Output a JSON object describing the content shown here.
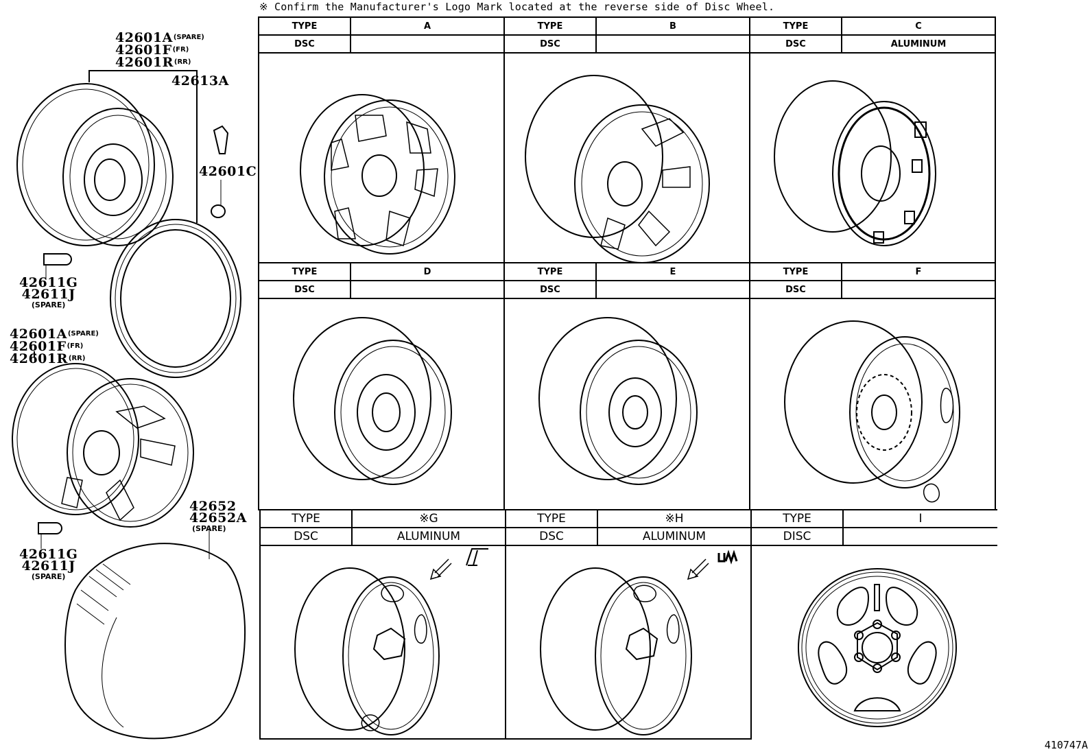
{
  "note": "※ Confirm the Manufacturer's Logo Mark located at the reverse side of Disc Wheel.",
  "left_parts": {
    "wheel_group_1": {
      "lines": [
        {
          "pn": "42601A",
          "tag": "(SPARE)"
        },
        {
          "pn": "42601F",
          "tag": "(FR)"
        },
        {
          "pn": "42601R",
          "tag": "(RR)"
        }
      ]
    },
    "balance_weight_group": "42613A",
    "ornament": "42601C",
    "valve_1": {
      "lines": [
        "42611G",
        "42611J"
      ],
      "tag": "(SPARE)"
    },
    "wheel_group_2": {
      "lines": [
        {
          "pn": "42601A",
          "tag": "(SPARE)"
        },
        {
          "pn": "42601F",
          "tag": "(FR)"
        },
        {
          "pn": "42601R",
          "tag": "(RR)"
        }
      ]
    },
    "tire": {
      "lines": [
        "42652",
        "42652A"
      ],
      "tag": "(SPARE)"
    },
    "valve_2": {
      "lines": [
        "42611G",
        "42611J"
      ],
      "tag": "(SPARE)"
    }
  },
  "table": {
    "cells": [
      {
        "type_label": "TYPE",
        "type": "A",
        "dsc_label": "DSC",
        "dsc": ""
      },
      {
        "type_label": "TYPE",
        "type": "B",
        "dsc_label": "DSC",
        "dsc": ""
      },
      {
        "type_label": "TYPE",
        "type": "C",
        "dsc_label": "DSC",
        "dsc": "ALUMINUM"
      },
      {
        "type_label": "TYPE",
        "type": "D",
        "dsc_label": "DSC",
        "dsc": ""
      },
      {
        "type_label": "TYPE",
        "type": "E",
        "dsc_label": "DSC",
        "dsc": ""
      },
      {
        "type_label": "TYPE",
        "type": "F",
        "dsc_label": "DSC",
        "dsc": ""
      },
      {
        "type_label": "TYPE",
        "type": "※G",
        "dsc_label": "DSC",
        "dsc": "ALUMINUM"
      },
      {
        "type_label": "TYPE",
        "type": "※H",
        "dsc_label": "DSC",
        "dsc": "ALUMINUM"
      },
      {
        "type_label": "TYPE",
        "type": "I",
        "dsc_label": "DISC",
        "dsc": ""
      }
    ]
  },
  "figure_code": "410747A"
}
